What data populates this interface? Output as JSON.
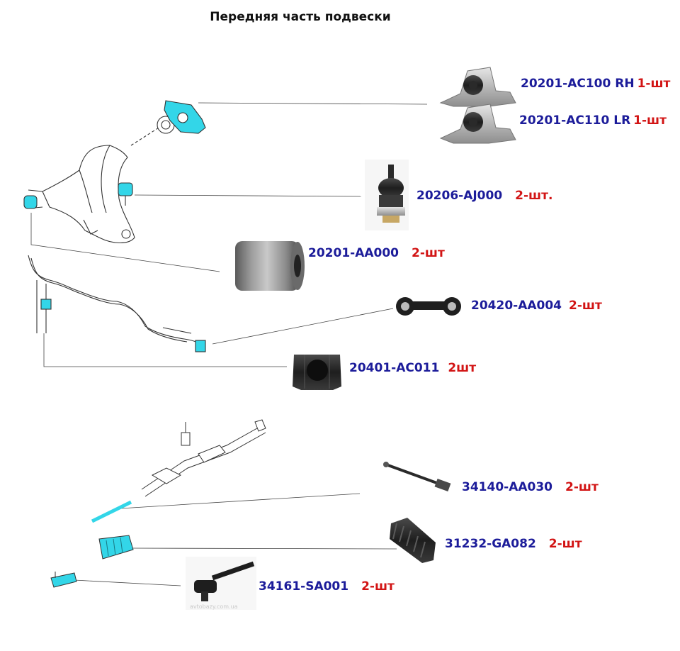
{
  "title": "Передняя часть подвески",
  "parts": [
    {
      "id": "p1",
      "number": "20201-AC100 RH",
      "qty": "1-шт"
    },
    {
      "id": "p2",
      "number": "20201-AC110 LR",
      "qty": "1-шт"
    },
    {
      "id": "p3",
      "number": "20206-AJ000",
      "qty": "2-шт."
    },
    {
      "id": "p4",
      "number": "20201-AA000",
      "qty": "2-шт"
    },
    {
      "id": "p5",
      "number": "20420-AA004",
      "qty": "2-шт"
    },
    {
      "id": "p6",
      "number": "20401-AC011",
      "qty": "2шт"
    },
    {
      "id": "p7",
      "number": "34140-AA030",
      "qty": "2-шт"
    },
    {
      "id": "p8",
      "number": "31232-GA082",
      "qty": "2-шт"
    },
    {
      "id": "p9",
      "number": "34161-SA001",
      "qty": "2-шт"
    }
  ],
  "watermark": "avtobazy.com.ua",
  "colors": {
    "part_number": "#1c1c9a",
    "quantity": "#d21414",
    "highlight": "#33d6e8",
    "rubber": "#1e1e1e",
    "metal": "#b9b9b9"
  }
}
